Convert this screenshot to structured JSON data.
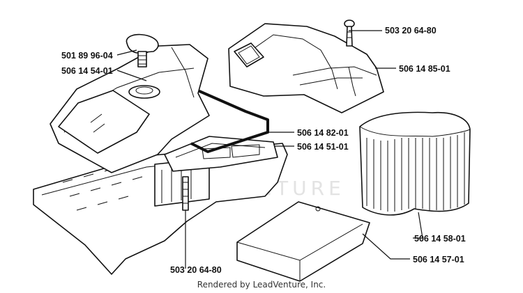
{
  "diagram": {
    "watermark": "ADVENTURE",
    "callouts": [
      {
        "id": "knob",
        "label": "501 89 96-04"
      },
      {
        "id": "cover",
        "label": "506 14 54-01"
      },
      {
        "id": "top-screw",
        "label": "503 20 64-80"
      },
      {
        "id": "filter-cover",
        "label": "506 14 85-01"
      },
      {
        "id": "gasket",
        "label": "506 14 82-01"
      },
      {
        "id": "air-box",
        "label": "506 14 51-01"
      },
      {
        "id": "air-filter",
        "label": "506 14 58-01"
      },
      {
        "id": "pre-filter",
        "label": "506 14 57-01"
      },
      {
        "id": "bottom-screw",
        "label": "503 20 64-80"
      }
    ]
  },
  "footer": {
    "credit": "Rendered by LeadVenture, Inc."
  }
}
